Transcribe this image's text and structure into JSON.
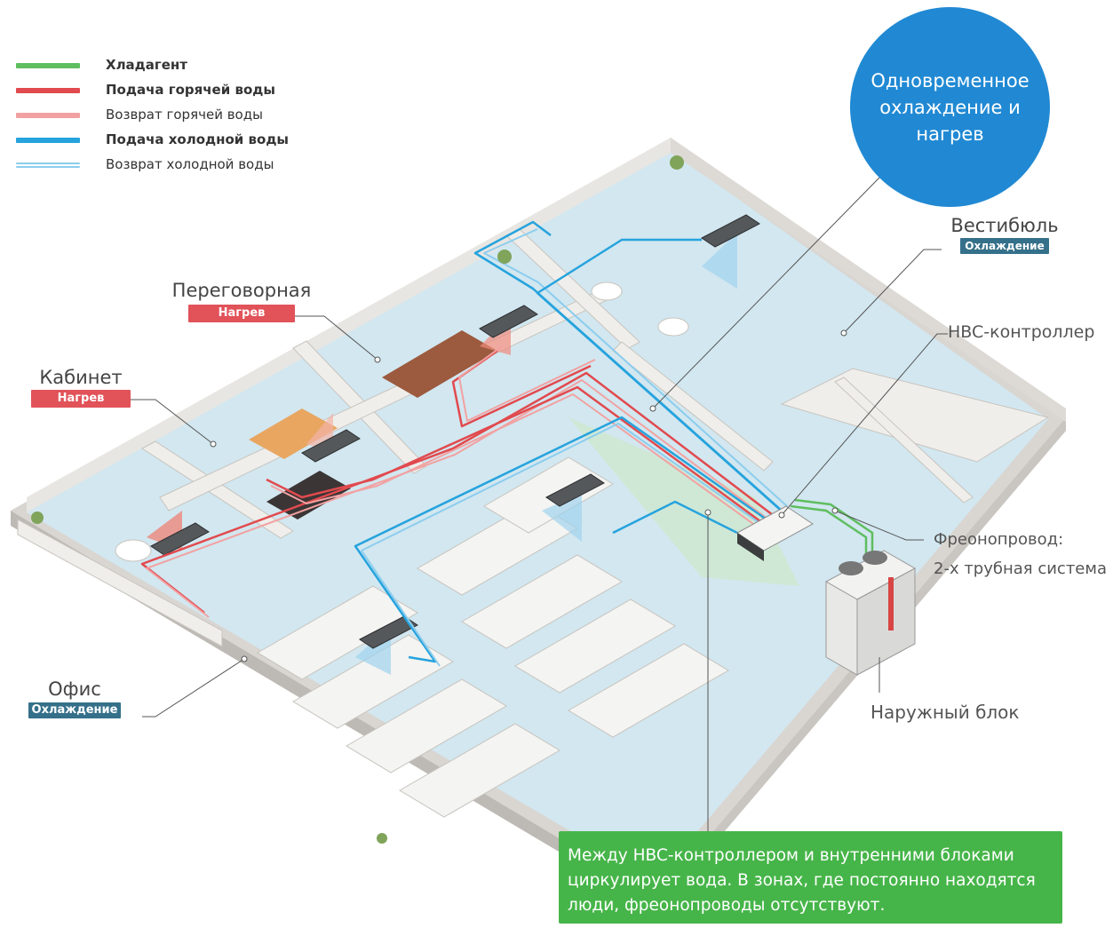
{
  "legend": [
    {
      "label": "Хладагент",
      "color": "#5fbe5f",
      "bold": true,
      "double": false
    },
    {
      "label": "Подача горячей воды",
      "color": "#e14a4e",
      "bold": true,
      "double": false
    },
    {
      "label": "Возврат горячей воды",
      "color": "#f2a1a1",
      "bold": false,
      "double": false
    },
    {
      "label": "Подача холодной воды",
      "color": "#26a3dd",
      "bold": true,
      "double": false
    },
    {
      "label": "Возврат холодной воды",
      "color": "#8ccdee",
      "bold": false,
      "double": true
    }
  ],
  "mode_circle": {
    "text": "Одновременное охлаждение и нагрев"
  },
  "rooms": {
    "meeting": {
      "name": "Переговорная",
      "badge": "Нагрев"
    },
    "cabinet": {
      "name": "Кабинет",
      "badge": "Нагрев"
    },
    "lobby": {
      "name": "Вестибюль",
      "badge": "Охлаждение"
    },
    "office": {
      "name": "Офис",
      "badge": "Охлаждение"
    }
  },
  "callouts": {
    "hbc": "HBC-контроллер",
    "freon_line1": "Фреонопровод:",
    "freon_line2": "2-х трубная система",
    "outdoor": "Наружный блок"
  },
  "info_box": {
    "text": "Между HBC-контроллером и внутренними блоками циркулирует вода. В зонах, где постоянно находятся люди, фреонопроводы отсутствуют."
  },
  "colors": {
    "heat_badge": "#e15259",
    "cool_badge": "#35708a",
    "circle": "#2189d3",
    "info_box": "#46b549"
  }
}
